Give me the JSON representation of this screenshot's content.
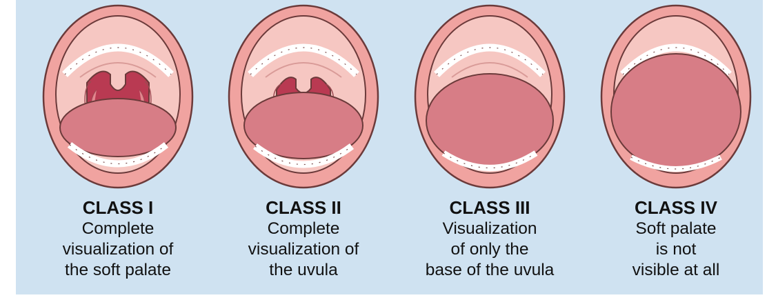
{
  "colors": {
    "background": "#cfe2f1",
    "lips": "#f0a3a0",
    "lip_outline": "#6b3a3a",
    "mouth_cavity": "#f6c7c2",
    "tongue": "#d77d86",
    "pharynx": "#b93a52",
    "teeth": "#ffffff"
  },
  "classes": [
    {
      "title": "CLASS I",
      "lines": [
        "Complete",
        "visualization of",
        "the soft palate"
      ],
      "visibility": "soft palate, fauces, uvula and tonsillar pillars visible"
    },
    {
      "title": "CLASS II",
      "lines": [
        "Complete",
        "visualization of",
        "the uvula"
      ],
      "visibility": "soft palate, fauces and uvula visible"
    },
    {
      "title": "CLASS III",
      "lines": [
        "Visualization",
        "of only the",
        "base of the uvula"
      ],
      "visibility": "soft palate and base of uvula visible"
    },
    {
      "title": "CLASS IV",
      "lines": [
        "Soft palate",
        "is not",
        "visible at all"
      ],
      "visibility": "only hard palate visible"
    }
  ]
}
